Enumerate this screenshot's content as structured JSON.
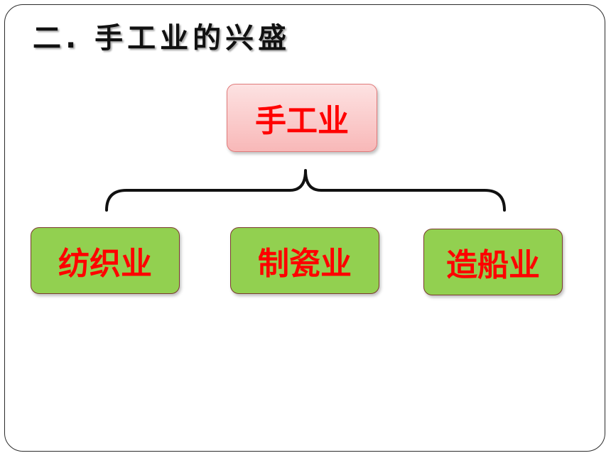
{
  "title": "二. 手工业的兴盛",
  "diagram": {
    "root": "手工业",
    "children": [
      "纺织业",
      "制瓷业",
      "造船业"
    ]
  },
  "colors": {
    "root_fill": "#f8b8b8",
    "child_fill": "#92d050",
    "label_text": "#ff0000"
  }
}
